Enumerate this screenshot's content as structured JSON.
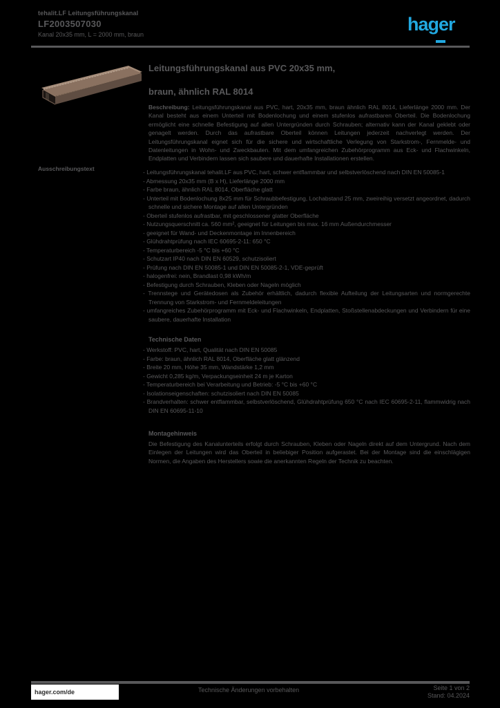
{
  "theme": {
    "bg": "#000000",
    "ink": "#58585a",
    "blue": "#21a8e0",
    "brown-top": "#8a7160",
    "brown-front": "#5f4d42",
    "brown-light": "#b4a190",
    "brown-dark": "#1c1613"
  },
  "header": {
    "family": "tehalit.LF Leitungsführungskanal",
    "order_ref": "LF2003507030",
    "product_short": "Kanal 20x35 mm, L = 2000 mm, braun",
    "logo_text": "hager"
  },
  "title": {
    "line1": "Leitungsführungskanal aus PVC 20x35 mm,",
    "line2": "braun, ähnlich RAL 8014"
  },
  "description": {
    "lead": "Beschreibung:",
    "body": " Leitungsführungskanal aus PVC, hart, 20x35 mm, braun ähnlich RAL 8014, Lieferlänge 2000 mm. Der Kanal besteht aus einem Unterteil mit Bodenlochung und einem stufenlos aufrastbaren Oberteil. Die Bodenlochung ermöglicht eine schnelle Befestigung auf allen Untergründen durch Schrauben; alternativ kann der Kanal geklebt oder genagelt werden. Durch das aufrastbare Oberteil können Leitungen jederzeit nachverlegt werden. Der Leitungsführungskanal eignet sich für die sichere und wirtschaftliche Verlegung von Starkstrom-, Fernmelde- und Datenleitungen in Wohn- und Zweckbauten. Mit dem umfangreichen Zubehörprogramm aus Eck- und Flachwinkeln, Endplatten und Verbindern lassen sich saubere und dauerhafte Installationen erstellen."
  },
  "sections": {
    "spec_label": "Ausschreibungstext",
    "spec_items": [
      "- Leitungsführungskanal tehalit.LF aus PVC, hart, schwer entflammbar und selbstverlöschend nach DIN EN 50085-1",
      "- Abmessung 20x35 mm (B x H), Lieferlänge 2000 mm",
      "- Farbe braun, ähnlich RAL 8014, Oberfläche glatt",
      "- Unterteil mit Bodenlochung 8x25 mm für Schraubbefestigung, Lochabstand 25 mm, zweireihig versetzt angeordnet, dadurch schnelle und sichere Montage auf allen Untergründen",
      "- Oberteil stufenlos aufrastbar, mit geschlossener glatter Oberfläche",
      "- Nutzungsquerschnitt ca. 560 mm², geeignet für Leitungen bis max. 16 mm Außendurchmesser",
      "- geeignet für Wand- und Deckenmontage im Innenbereich",
      "- Glühdrahtprüfung nach IEC 60695-2-11: 650 °C",
      "- Temperaturbereich -5 °C bis +60 °C",
      "- Schutzart IP40 nach DIN EN 60529, schutzisoliert",
      "- Prüfung nach DIN EN 50085-1 und DIN EN 50085-2-1, VDE-geprüft",
      "- halogenfrei: nein, Brandlast 0,98 kWh/m",
      "- Befestigung durch Schrauben, Kleben oder Nageln möglich",
      "- Trennstege und Gerätedosen als Zubehör erhältlich, dadurch flexible Aufteilung der Leitungsarten und normgerechte Trennung von Starkstrom- und Fernmeldeleitungen",
      "- umfangreiches Zubehörprogramm mit Eck- und Flachwinkeln, Endplatten, Stoßstellenabdeckungen und Verbindern für eine saubere, dauerhafte Installation"
    ],
    "tech_heading": "Technische Daten",
    "tech_items": [
      "- Werkstoff: PVC, hart, Qualität nach DIN EN 50085",
      "- Farbe: braun, ähnlich RAL 8014, Oberfläche glatt glänzend",
      "- Breite 20 mm, Höhe 35 mm, Wandstärke 1,2 mm",
      "- Gewicht 0,285 kg/m, Verpackungseinheit 24 m je Karton",
      "- Temperaturbereich bei Verarbeitung und Betrieb: -5 °C bis +60 °C",
      "- Isolationseigenschaften: schutzisoliert nach DIN EN 50085",
      "- Brandverhalten: schwer entflammbar, selbstverlöschend, Glühdrahtprüfung 650 °C nach IEC 60695-2-11, flammwidrig nach DIN EN 60695-11-10"
    ],
    "note_heading": "Montagehinweis",
    "note_text": "Die Befestigung des Kanalunterteils erfolgt durch Schrauben, Kleben oder Nageln direkt auf dem Untergrund. Nach dem Einlegen der Leitungen wird das Oberteil in beliebiger Position aufgerastet. Bei der Montage sind die einschlägigen Normen, die Angaben des Herstellers sowie die anerkannten Regeln der Technik zu beachten."
  },
  "footer": {
    "website": "hager.com/de",
    "center_note": "Technische Änderungen vorbehalten",
    "page": "Seite 1 von 2",
    "date": "Stand: 04.2024"
  }
}
